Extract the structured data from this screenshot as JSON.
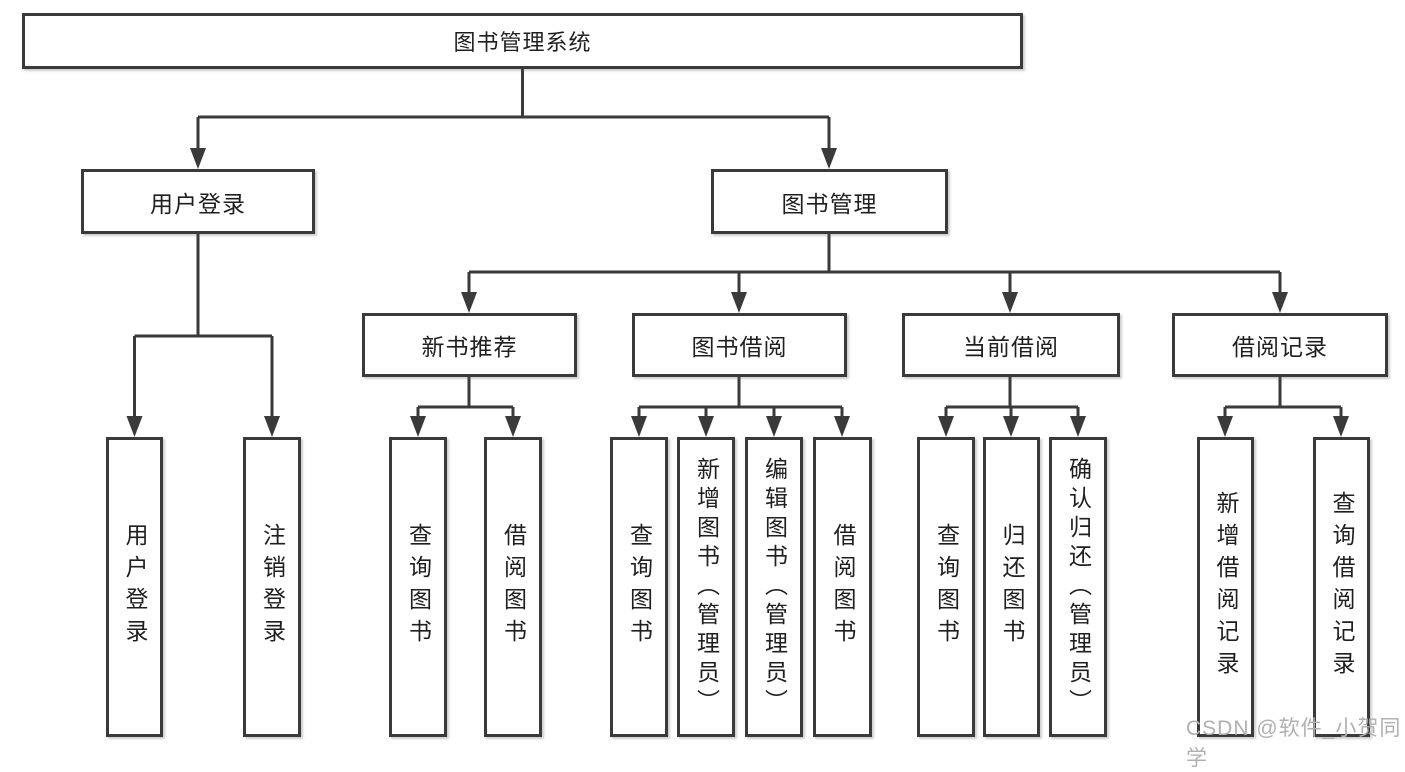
{
  "diagram_type": "hierarchy-tree",
  "colors": {
    "line": "#3a3a3a",
    "text": "#1f1f1f",
    "box_fill": "#ffffff",
    "watermark": "#b0b0b0"
  },
  "watermark": "CSDN @软件_小贺同学",
  "tree": {
    "label": "图书管理系统",
    "children": [
      {
        "label": "用户登录",
        "children": [
          {
            "label": "用户登录"
          },
          {
            "label": "注销登录"
          }
        ]
      },
      {
        "label": "图书管理",
        "children": [
          {
            "label": "新书推荐",
            "children": [
              {
                "label": "查询图书"
              },
              {
                "label": "借阅图书"
              }
            ]
          },
          {
            "label": "图书借阅",
            "children": [
              {
                "label": "查询图书"
              },
              {
                "label": "新增图书（管理员）"
              },
              {
                "label": "编辑图书（管理员）"
              },
              {
                "label": "借阅图书"
              }
            ]
          },
          {
            "label": "当前借阅",
            "children": [
              {
                "label": "查询图书"
              },
              {
                "label": "归还图书"
              },
              {
                "label": "确认归还（管理员）"
              }
            ]
          },
          {
            "label": "借阅记录",
            "children": [
              {
                "label": "新增借阅记录"
              },
              {
                "label": "查询借阅记录"
              }
            ]
          }
        ]
      }
    ]
  }
}
